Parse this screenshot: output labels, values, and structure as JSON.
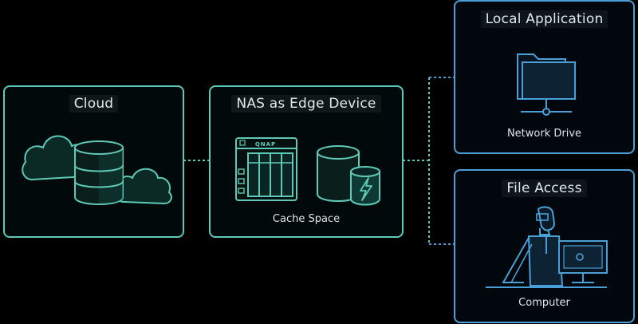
{
  "nodes": {
    "cloud": {
      "title": "Cloud"
    },
    "edge": {
      "title": "NAS as Edge Device",
      "caption": "Cache Space",
      "brand": "QNAP"
    },
    "local_app": {
      "title": "Local Application",
      "caption": "Network Drive"
    },
    "file_access": {
      "title": "File Access",
      "caption": "Computer"
    }
  },
  "colors": {
    "teal": "#5fc9b8",
    "blue": "#4aa0d6",
    "background": "#000000",
    "text": "#dfe9ec"
  },
  "icons": [
    "cloud-icon",
    "database-icon",
    "nas-device-icon",
    "ssd-cache-icon",
    "folder-network-icon",
    "person-computer-icon"
  ]
}
